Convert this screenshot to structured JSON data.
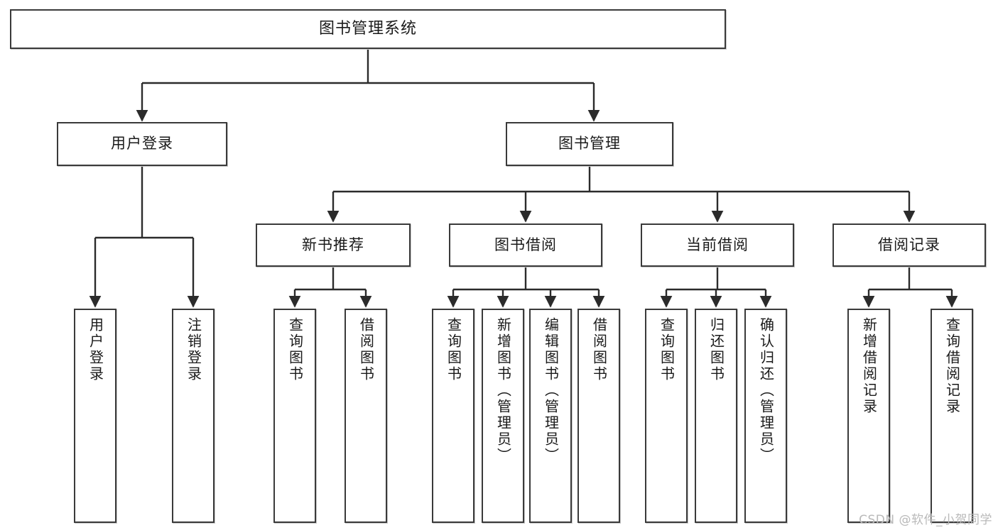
{
  "diagram": {
    "title": "图书管理系统",
    "type": "tree",
    "watermark": "CSDN @软件_小贺同学",
    "colors": {
      "box_border": "#3a3a3a",
      "box_fill": "#ffffff",
      "edge": "#2b2b2b",
      "text": "#1a1a1a",
      "watermark": "#b9b9b9"
    },
    "nodes": {
      "root": {
        "label": "图书管理系统"
      },
      "level2": [
        {
          "id": "user-login",
          "label": "用户登录"
        },
        {
          "id": "book-manage",
          "label": "图书管理"
        }
      ],
      "level3": [
        {
          "id": "new-book-rec",
          "label": "新书推荐"
        },
        {
          "id": "book-borrow",
          "label": "图书借阅"
        },
        {
          "id": "current-borrow",
          "label": "当前借阅"
        },
        {
          "id": "borrow-record",
          "label": "借阅记录"
        }
      ],
      "leaves": {
        "user-login": [
          {
            "id": "leaf-user-login",
            "label": "用户登录"
          },
          {
            "id": "leaf-logout",
            "label": "注销登录"
          }
        ],
        "new-book-rec": [
          {
            "id": "leaf-query-book-1",
            "label": "查询图书"
          },
          {
            "id": "leaf-borrow-book-1",
            "label": "借阅图书"
          }
        ],
        "book-borrow": [
          {
            "id": "leaf-query-book-2",
            "label": "查询图书"
          },
          {
            "id": "leaf-add-book",
            "label": "新增图书（管理员）"
          },
          {
            "id": "leaf-edit-book",
            "label": "编辑图书（管理员）"
          },
          {
            "id": "leaf-borrow-book-2",
            "label": "借阅图书"
          }
        ],
        "current-borrow": [
          {
            "id": "leaf-query-book-3",
            "label": "查询图书"
          },
          {
            "id": "leaf-return-book",
            "label": "归还图书"
          },
          {
            "id": "leaf-confirm-return",
            "label": "确认归还（管理员）"
          }
        ],
        "borrow-record": [
          {
            "id": "leaf-add-record",
            "label": "新增借阅记录"
          },
          {
            "id": "leaf-query-record",
            "label": "查询借阅记录"
          }
        ]
      }
    }
  }
}
